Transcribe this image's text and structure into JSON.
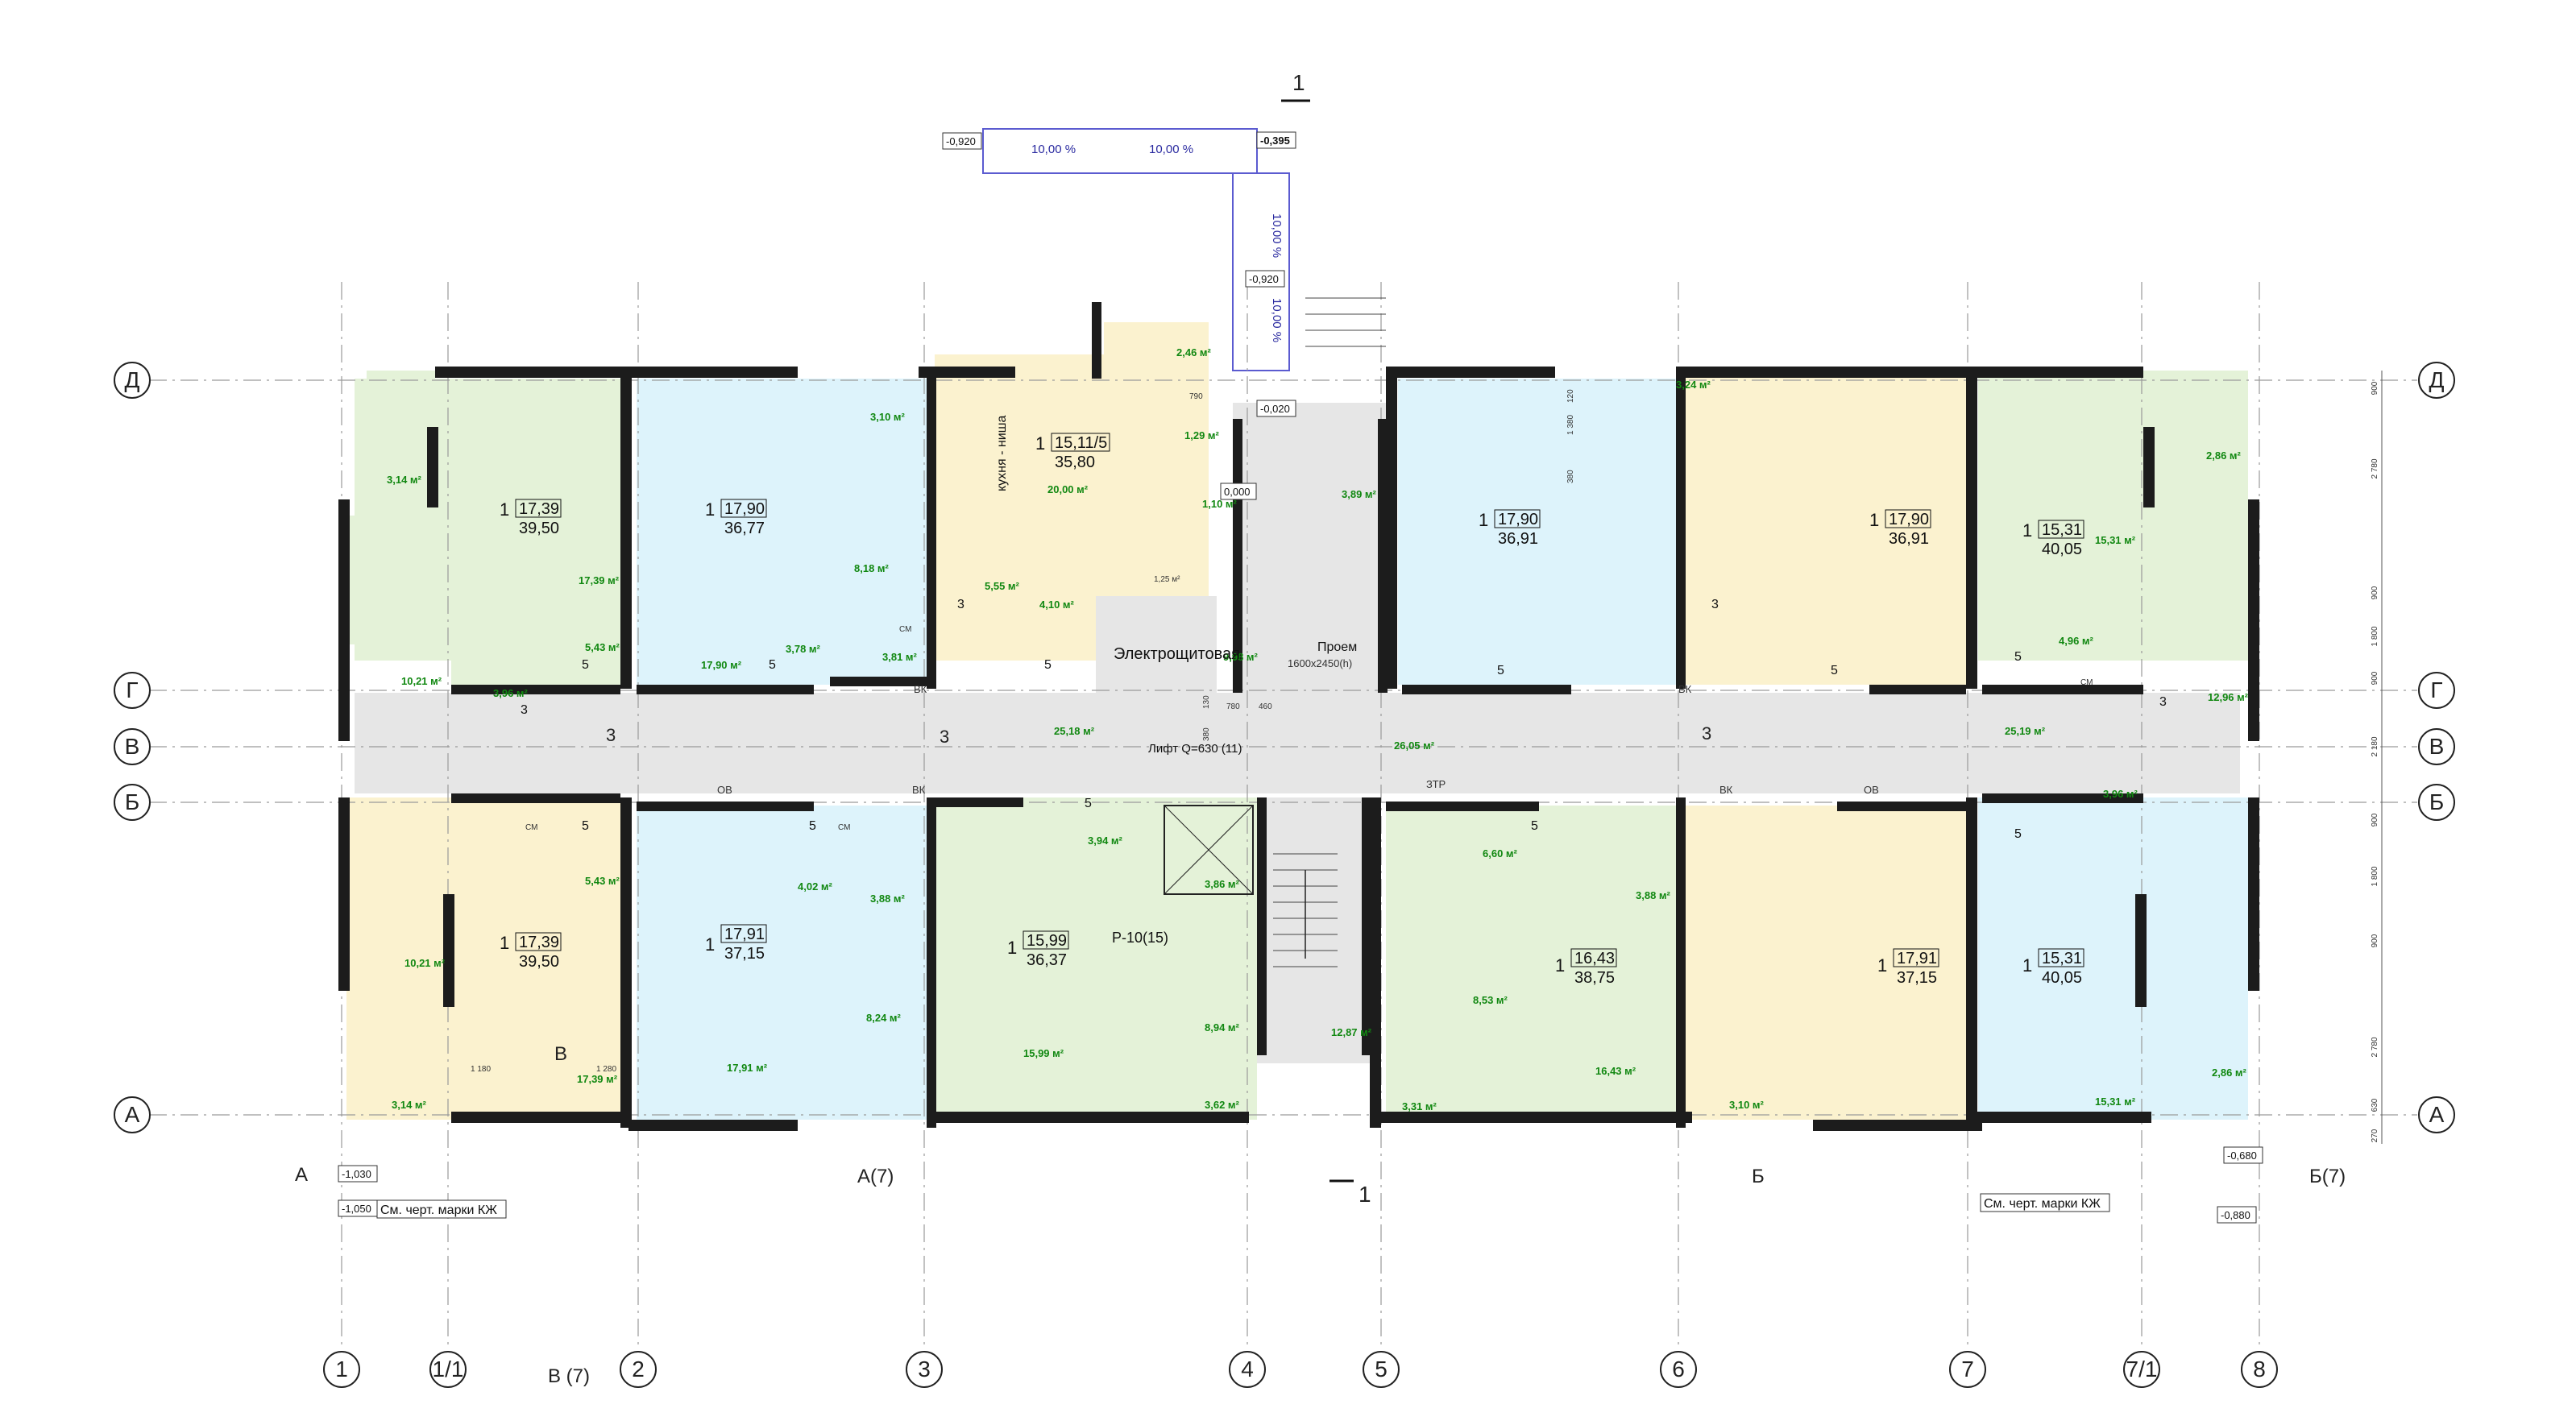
{
  "axes": {
    "horizontal": [
      {
        "label": "Д"
      },
      {
        "label": "Г"
      },
      {
        "label": "В"
      },
      {
        "label": "Б"
      },
      {
        "label": "А"
      }
    ],
    "vertical": [
      {
        "label": "1"
      },
      {
        "label": "1/1"
      },
      {
        "label": "2"
      },
      {
        "label": "3"
      },
      {
        "label": "4"
      },
      {
        "label": "5"
      },
      {
        "label": "6"
      },
      {
        "label": "7"
      },
      {
        "label": "7/1"
      },
      {
        "label": "8"
      }
    ]
  },
  "apartments": [
    {
      "rooms": "1",
      "living": "17,39",
      "total": "39,50"
    },
    {
      "rooms": "1",
      "living": "17,90",
      "total": "36,77"
    },
    {
      "rooms": "1",
      "living": "15,11/5",
      "total": "35,80"
    },
    {
      "rooms": "1",
      "living": "17,90",
      "total": "36,91"
    },
    {
      "rooms": "1",
      "living": "17,90",
      "total": "36,91"
    },
    {
      "rooms": "1",
      "living": "15,31",
      "total": "40,05"
    },
    {
      "rooms": "1",
      "living": "17,39",
      "total": "39,50"
    },
    {
      "rooms": "1",
      "living": "17,91",
      "total": "37,15"
    },
    {
      "rooms": "1",
      "living": "15,99",
      "total": "36,37"
    },
    {
      "rooms": "1",
      "living": "16,43",
      "total": "38,75"
    },
    {
      "rooms": "1",
      "living": "17,91",
      "total": "37,15"
    },
    {
      "rooms": "1",
      "living": "15,31",
      "total": "40,05"
    }
  ],
  "room_areas": [
    "3,14 м²",
    "17,39 м²",
    "5,43 м²",
    "10,21 м²",
    "3,96 м²",
    "17,90 м²",
    "3,10 м²",
    "8,18 м²",
    "3,78 м²",
    "3,81 м²",
    "2,46 м²",
    "1,29 м²",
    "1,10 м²",
    "20,00 м²",
    "5,55 м²",
    "4,10 м²",
    "1,25 м²",
    "9,98 м²",
    "3,89 м²",
    "25,18 м²",
    "26,05 м²",
    "25,19 м²",
    "3,24 м²",
    "2,86 м²",
    "15,31 м²",
    "4,96 м²",
    "12,96 м²",
    "3,96 м²",
    "10,21 м²",
    "5,43 м²",
    "17,39 м²",
    "3,14 м²",
    "4,02 м²",
    "3,88 м²",
    "8,24 м²",
    "17,91 м²",
    "3,94 м²",
    "15,99 м²",
    "3,86 м²",
    "8,94 м²",
    "3,62 м²",
    "12,87 м²",
    "6,60 м²",
    "8,53 м²",
    "3,31 м²",
    "16,43 м²",
    "3,88 м²",
    "3,10 м²",
    "15,31 м²",
    "2,86 м²"
  ],
  "labels": {
    "kitchen_niche": "кухня - ниша",
    "switchboard": "Электрощитовая",
    "opening": "Проем",
    "opening_size": "1600x2450(h)",
    "lift": "Лифт Q=630 (11)",
    "see_drawing_left": "См. черт. марки КЖ",
    "see_drawing_right": "См. черт. марки КЖ",
    "p10": "Р-10(15)",
    "ztr": "ЗТР",
    "ov": "ОВ",
    "vk": "ВК",
    "bk": "ВК",
    "see_label": "СМ"
  },
  "sections": {
    "cut1_top": "1",
    "cut1_bottom": "1",
    "cutA": "А",
    "cutA7": "А(7)",
    "cutB": "Б",
    "cutB7": "Б(7)",
    "cutV": "В",
    "cutV7": "В (7)"
  },
  "ramp": {
    "slope1": "10,00 %",
    "slope2": "10,00 %",
    "slope3": "10,00 %",
    "slope4": "10,00 %",
    "lvl_left": "-0,920",
    "lvl_top": "-0,395",
    "lvl_mid": "-0,920",
    "lvl_entry": "-0,020",
    "lvl_floor": "0,000"
  },
  "levels": {
    "a_left": "-1,030",
    "a_left2": "-1,050",
    "b_right": "-0,680",
    "b_right2": "-0,880"
  },
  "dims_right": [
    "900",
    "2 780",
    "900",
    "1 800",
    "900",
    "2 180",
    "900",
    "1 800",
    "900",
    "2 780",
    "630",
    "270"
  ],
  "dims_misc": [
    "1 180",
    "1 280",
    "790",
    "380",
    "780",
    "460",
    "130",
    "380",
    "120",
    "1 380"
  ],
  "door_numbers": [
    "5",
    "5",
    "3",
    "5",
    "5",
    "3",
    "5",
    "3",
    "5",
    "5",
    "5",
    "5",
    "5",
    "3",
    "5"
  ],
  "legend_numbers": [
    "1",
    "3",
    "3",
    "3"
  ]
}
